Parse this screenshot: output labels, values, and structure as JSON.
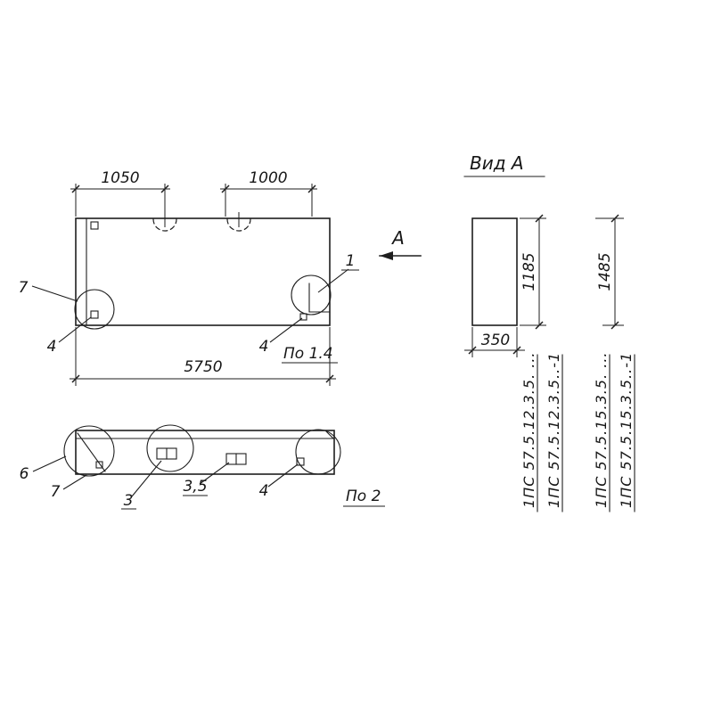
{
  "elevation": {
    "dim_1050": "1050",
    "dim_1000": "1000",
    "dim_5750": "5750",
    "callout_7": "7",
    "callout_4_left": "4",
    "callout_1": "1",
    "callout_4_right": "4",
    "note_po14": "По 1.4",
    "section_arrow_label": "А"
  },
  "plan": {
    "callout_6": "6",
    "callout_7": "7",
    "callout_3": "3",
    "callout_35": "3,5",
    "callout_4": "4",
    "note_po2": "По 2"
  },
  "view_a": {
    "title": "Вид А",
    "dim_350": "350",
    "dim_1185": "1185",
    "dim_1485": "1485",
    "marks": [
      "1ПС 57.5.12.3.5. ...",
      "1ПС 57.5.12.3.5..-1",
      "1ПС 57.5.15.3.5. ...",
      "1ПС 57.5.15.3.5..-1"
    ]
  },
  "colors": {
    "line": "#1e1e1e",
    "background": "#ffffff"
  }
}
